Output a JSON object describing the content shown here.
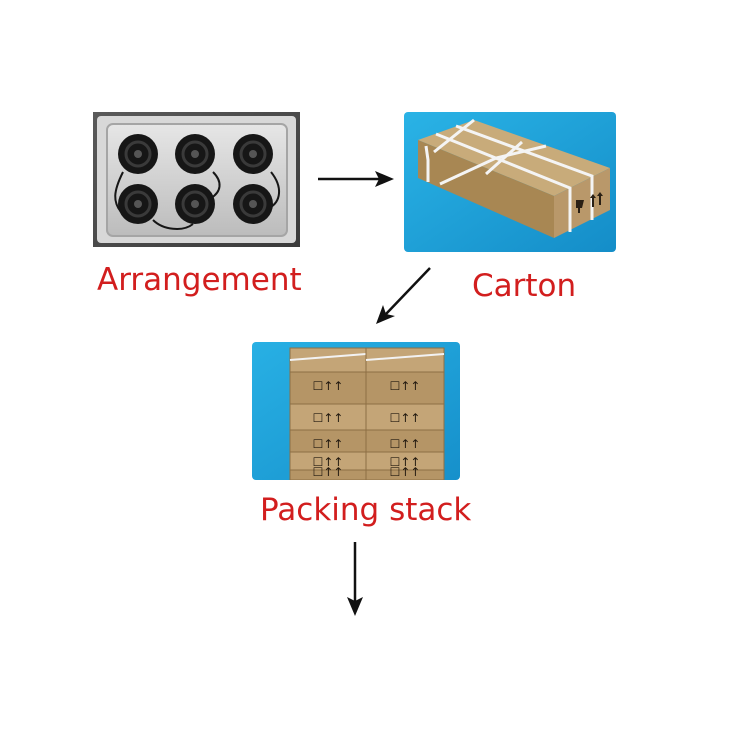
{
  "steps": [
    {
      "id": "arrangement",
      "label": "Arrangement"
    },
    {
      "id": "carton",
      "label": "Carton"
    },
    {
      "id": "packing_stack",
      "label": "Packing stack"
    }
  ],
  "colors": {
    "label_red": "#d21e1e",
    "arrow": "#111111",
    "backdrop_blue": "#1f9fd6",
    "carton_brown": "#b89a6a",
    "tray_gray": "#c9c9c9",
    "motor_black": "#161616"
  },
  "icons": [
    "fragile-glass-icon",
    "this-way-up-icon"
  ]
}
